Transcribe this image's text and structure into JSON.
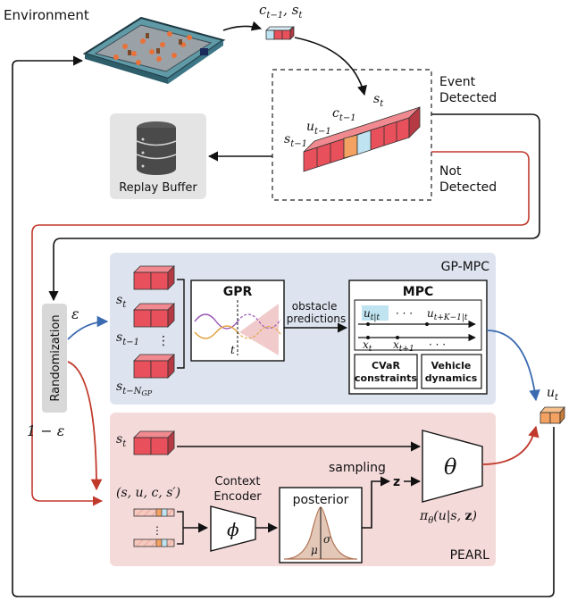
{
  "colors": {
    "cube_red": "#e8505b",
    "cube_orange": "#f4a261",
    "cube_lightblue": "#bfe3f0",
    "gpmpc_bg": "#dde4ef",
    "pearl_bg": "#f5dada",
    "arrow_blue": "#3a6ab0",
    "arrow_red": "#c0392b",
    "line_black": "#111111"
  },
  "environment": {
    "label": "Environment"
  },
  "observation": {
    "label": "c_{t-1}, s_t"
  },
  "event_box": {
    "s_t": "s_t",
    "c_tm1": "c_{t−1}",
    "u_tm1": "u_{t−1}",
    "s_tm1": "s_{t−1}",
    "event_label": "Event\nDetected",
    "not_label": "Not\nDetected"
  },
  "replay_buffer": {
    "label": "Replay Buffer",
    "icon": "database-icon"
  },
  "randomization": {
    "label": "Randomization",
    "epsilon": "ε",
    "one_minus_epsilon": "1 − ε"
  },
  "gpmpc": {
    "title": "GP-MPC",
    "s_t": "s_t",
    "s_tm1": "s_{t−1}",
    "s_tmN": "s_{t−N_GP}",
    "gpr_title": "GPR",
    "gpr_t": "t",
    "obstacle_label": "obstacle\npredictions",
    "mpc_title": "MPC",
    "u_first": "u_{t|t}",
    "dots": "· · ·",
    "u_last": "u_{t+K−1|t}",
    "x_t": "x_t",
    "x_tp1": "x_{t+1}",
    "cvar_label": "CVaR\nconstraints",
    "vehicle_label": "Vehicle\ndynamics"
  },
  "pearl": {
    "title": "PEARL",
    "s_t": "s_t",
    "tuple": "(s, u, c, s′)",
    "context_label": "Context\nEncoder",
    "phi": "ϕ",
    "posterior_title": "posterior",
    "mu": "μ",
    "sigma": "σ",
    "sampling_label": "sampling",
    "z": "z",
    "theta": "θ",
    "policy": "π_θ(u|s, z)"
  },
  "output": {
    "u_t": "u_t"
  }
}
